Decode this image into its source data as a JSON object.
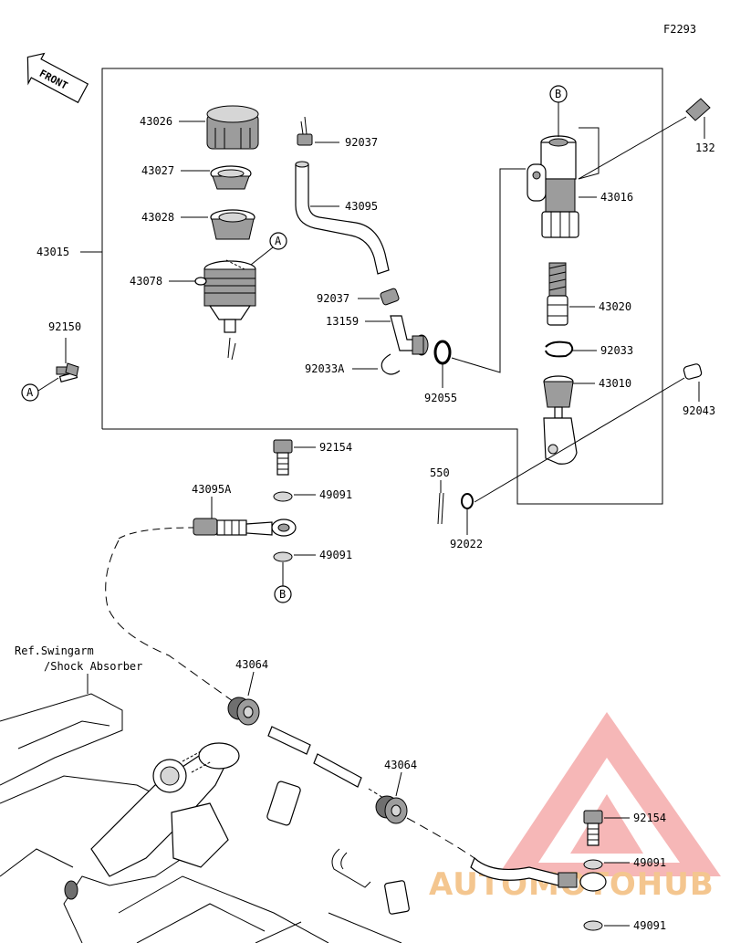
{
  "figure_code": "F2293",
  "front_label": "FRONT",
  "ref_note_line1": "Ref.Swingarm",
  "ref_note_line2": "/Shock Absorber",
  "callout_a": "A",
  "callout_b": "B",
  "watermark": "AUTOMOTOHUB",
  "watermark_color": "#f08080",
  "parts": {
    "p43026": "43026",
    "p43027": "43027",
    "p43028": "43028",
    "p43015": "43015",
    "p43078": "43078",
    "p92150": "92150",
    "p92037_top": "92037",
    "p43095": "43095",
    "p92037_mid": "92037",
    "p13159": "13159",
    "p92033A": "92033A",
    "p92055": "92055",
    "p43016": "43016",
    "p132": "132",
    "p43020": "43020",
    "p92033": "92033",
    "p43010": "43010",
    "p92043": "92043",
    "p550": "550",
    "p92022": "92022",
    "p92154_top": "92154",
    "p43095A": "43095A",
    "p49091_a": "49091",
    "p49091_b": "49091",
    "p43064_a": "43064",
    "p43064_b": "43064",
    "p92154_bot": "92154",
    "p49091_c": "49091",
    "p49091_d": "49091"
  }
}
